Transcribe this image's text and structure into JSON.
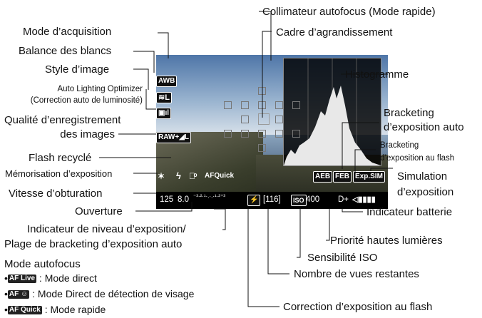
{
  "labels": {
    "collimateur": "Collimateur autofocus (Mode rapide)",
    "mode_acquisition": "Mode d’acquisition",
    "cadre": "Cadre d’agrandissement",
    "balance": "Balance des blancs",
    "style": "Style d’image",
    "histogramme": "Histogramme",
    "alo_1": "Auto Lighting Optimizer",
    "alo_2": "(Correction auto de luminosité)",
    "bracketing_1": "Bracketing",
    "bracketing_2": "d’exposition auto",
    "qualite_1": "Qualité d’enregistrement",
    "qualite_2": "des images",
    "bracketing_flash_1": "Bracketing",
    "bracketing_flash_2": "d’exposition au flash",
    "flash_recycle": "Flash recyclé",
    "memorisation": "Mémorisation d’exposition",
    "simulation_1": "Simulation",
    "simulation_2": "d’exposition",
    "vitesse": "Vitesse d’obturation",
    "ouverture": "Ouverture",
    "indicateur_batterie": "Indicateur batterie",
    "niveau_1": "Indicateur de niveau d’exposition/",
    "niveau_2": "Plage de bracketing d’exposition auto",
    "priorite": "Priorité hautes lumières",
    "sensibilite": "Sensibilité ISO",
    "vues": "Nombre de vues restantes",
    "correction_flash": "Correction d’exposition au flash",
    "mode_autofocus": "Mode autofocus"
  },
  "af_modes": [
    {
      "icon": "AF Live",
      "text": ": Mode direct"
    },
    {
      "icon": "AF ☺",
      "text": ": Mode Direct de détection de visage"
    },
    {
      "icon": "AF Quick",
      "text": ": Mode rapide"
    }
  ],
  "screen": {
    "awb": "AWB",
    "style": "≋L",
    "raw": "RAW+◢L",
    "flash": "ϟ",
    "drive": "▭ͦ",
    "af_mode": "AFQuick",
    "mem": "✶",
    "shutter": "125",
    "aperture": "8.0",
    "scale": "⁻³·²·¹·.·.·¹·²⁺³",
    "flash_comp": "⚡",
    "shots": "[116]",
    "iso_label": "ISO",
    "iso_value": "400",
    "d_plus": "D+",
    "aeb": "AEB",
    "feb": "FEB",
    "expsim": "Exp.SIM"
  },
  "colors": {
    "screen_bg": "#050505",
    "icon_fg": "#ffffff"
  }
}
